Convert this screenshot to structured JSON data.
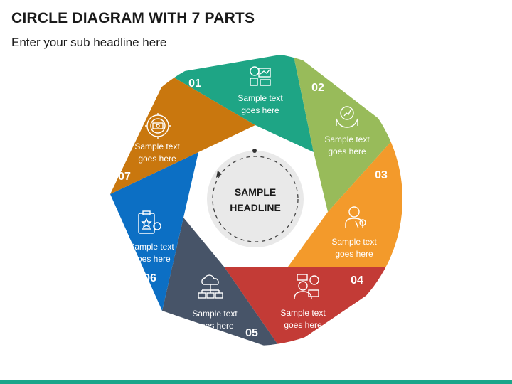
{
  "title": "CIRCLE DIAGRAM WITH 7 PARTS",
  "subtitle": "Enter your sub headline here",
  "center": {
    "line1": "SAMPLE",
    "line2": "HEADLINE"
  },
  "segments": [
    {
      "number": "01",
      "text1": "Sample text",
      "text2": "goes here",
      "color": "#1ea585",
      "icon": "money-chart-icon"
    },
    {
      "number": "02",
      "text1": "Sample text",
      "text2": "goes here",
      "color": "#98bb5a",
      "icon": "hand-growth-icon"
    },
    {
      "number": "03",
      "text1": "Sample text",
      "text2": "goes here",
      "color": "#f39a2b",
      "icon": "person-idea-icon"
    },
    {
      "number": "04",
      "text1": "Sample text",
      "text2": "goes here",
      "color": "#c33b36",
      "icon": "businessman-money-icon"
    },
    {
      "number": "05",
      "text1": "Sample text",
      "text2": "goes here",
      "color": "#475468",
      "icon": "cloud-network-icon"
    },
    {
      "number": "06",
      "text1": "Sample text",
      "text2": "goes here",
      "color": "#0c6fc4",
      "icon": "clipboard-star-icon"
    },
    {
      "number": "07",
      "text1": "Sample text",
      "text2": "goes here",
      "color": "#c9770e",
      "icon": "money-target-icon"
    }
  ]
}
